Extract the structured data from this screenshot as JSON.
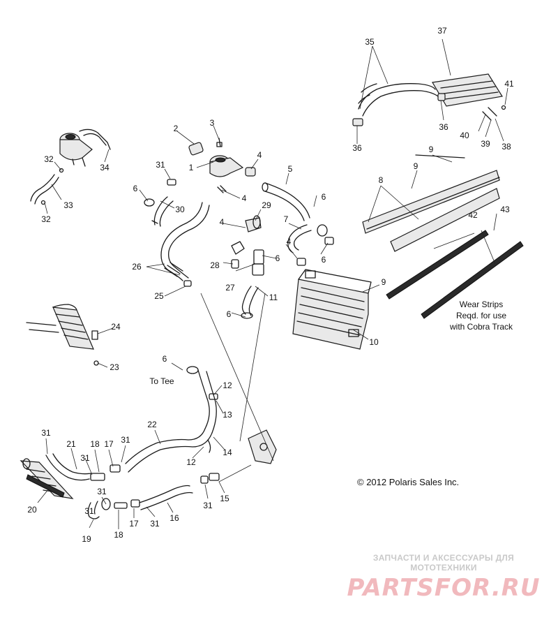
{
  "callouts": {
    "c1": "1",
    "c2": "2",
    "c3": "3",
    "c4a": "4",
    "c4b": "4",
    "c4c": "4",
    "c4d": "4",
    "c5": "5",
    "c6a": "6",
    "c6b": "6",
    "c6c": "6",
    "c6d": "6",
    "c6e": "6",
    "c6f": "6",
    "c7": "7",
    "c8": "8",
    "c9a": "9",
    "c9b": "9",
    "c9c": "9",
    "c10": "10",
    "c11": "11",
    "c12a": "12",
    "c12b": "12",
    "c13": "13",
    "c14": "14",
    "c15": "15",
    "c16": "16",
    "c17a": "17",
    "c17b": "17",
    "c18a": "18",
    "c18b": "18",
    "c19": "19",
    "c20": "20",
    "c21": "21",
    "c22": "22",
    "c23": "23",
    "c24": "24",
    "c25": "25",
    "c26": "26",
    "c27": "27",
    "c28": "28",
    "c29": "29",
    "c30": "30",
    "c31a": "31",
    "c31b": "31",
    "c31c": "31",
    "c31d": "31",
    "c31e": "31",
    "c31f": "31",
    "c31g": "31",
    "c31h": "31",
    "c32a": "32",
    "c32b": "32",
    "c33": "33",
    "c34": "34",
    "c35": "35",
    "c36a": "36",
    "c36b": "36",
    "c37": "37",
    "c38": "38",
    "c39": "39",
    "c40": "40",
    "c41": "41",
    "c42": "42",
    "c43": "43"
  },
  "notes": {
    "to_tee": "To Tee",
    "wear_strips_line1": "Wear Strips",
    "wear_strips_line2": "Reqd. for use",
    "wear_strips_line3": "with Cobra Track"
  },
  "copyright": "© 2012 Polaris Sales Inc.",
  "watermark": {
    "tagline": "ЗАПЧАСТИ И АКСЕССУАРЫ ДЛЯ МОТОТЕХНИКИ",
    "logo": "PARTSFOR.RU"
  }
}
